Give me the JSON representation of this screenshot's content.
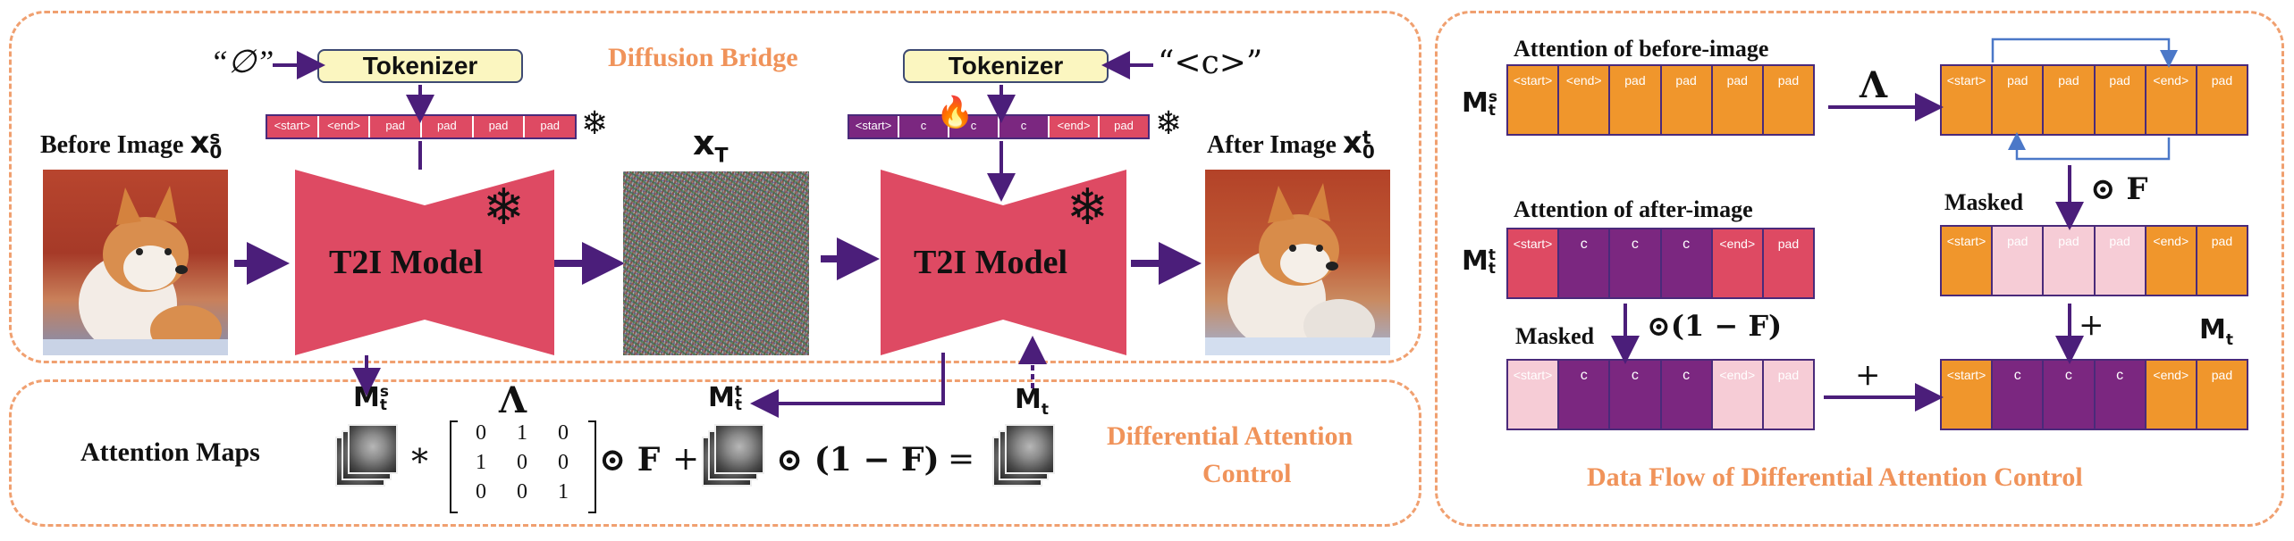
{
  "colors": {
    "pink": "#de4a63",
    "purple": "#7b2780",
    "orange": "#f0962c",
    "light_pink": "#f6ccd6",
    "dash_orange": "#f0a070",
    "arrow": "#4b1e7a",
    "tokenizer_fill": "#fbf6c0",
    "blue_arrow": "#4b78c8"
  },
  "left": {
    "diffusion_bridge_label": "Diffusion Bridge",
    "dac_label_line1": "Differential Attention",
    "dac_label_line2": "Control",
    "tokenizer_label": "Tokenizer",
    "source_prompt": "“∅”",
    "target_prompt": "“<c>”",
    "before_image_label": "Before Image",
    "after_image_label": "After Image",
    "xs0_base": "x",
    "xs0_sup": "s",
    "xs0_sub": "0",
    "xt0_base": "x",
    "xt0_sup": "t",
    "xt0_sub": "0",
    "xT_base": "x",
    "xT_sub": "T",
    "model_label": "T2I Model",
    "model_label_2": "T2I Model",
    "source_tokens": [
      "<start>",
      "<end>",
      "pad",
      "pad",
      "pad",
      "pad"
    ],
    "target_tokens": [
      "<start>",
      "c",
      "c",
      "c",
      "<end>",
      "pad"
    ],
    "attention_maps_label": "Attention Maps",
    "mst_base": "M",
    "mst_sup": "s",
    "mst_sub": "t",
    "mtt_base": "M",
    "mtt_sup": "t",
    "mtt_sub": "t",
    "mt_base": "M",
    "mt_sub": "t",
    "lambda": "Λ",
    "matrix_rows": [
      [
        "0",
        "1",
        "0"
      ],
      [
        "1",
        "0",
        "0"
      ],
      [
        "0",
        "0",
        "1"
      ]
    ],
    "eq_star": "*",
    "eq_odot_f": "⊙ F",
    "eq_plus": "+",
    "eq_odot_one_minus_f": "⊙ (1 − F)",
    "eq_equals": "="
  },
  "right": {
    "title": "Data Flow of Differential Attention Control",
    "attn_before_label": "Attention of before-image",
    "attn_after_label": "Attention of after-image",
    "masked_label_1": "Masked",
    "masked_label_2": "Masked",
    "odot_f": "⊙ F",
    "odot_one_minus_f": "⊙(1 − F)",
    "lambda": "Λ",
    "plus_1": "+",
    "plus_2": "+",
    "mst_base": "M",
    "mst_sup": "s",
    "mst_sub": "t",
    "mtt_base": "M",
    "mtt_sup": "t",
    "mtt_sub": "t",
    "mt_base": "M",
    "mt_sub": "t",
    "before_tokens": [
      "<start>",
      "<end>",
      "pad",
      "pad",
      "pad",
      "pad"
    ],
    "permuted_tokens": [
      "<start>",
      "pad",
      "pad",
      "pad",
      "<end>",
      "pad"
    ],
    "masked_source_tokens": [
      "<start>",
      "pad",
      "pad",
      "pad",
      "<end>",
      "pad"
    ],
    "after_tokens": [
      "<start>",
      "c",
      "c",
      "c",
      "<end>",
      "pad"
    ],
    "masked_target_tokens": [
      "<start>",
      "c",
      "c",
      "c",
      "<end>",
      "pad"
    ],
    "result_tokens": [
      "<start>",
      "c",
      "c",
      "c",
      "<end>",
      "pad"
    ]
  }
}
